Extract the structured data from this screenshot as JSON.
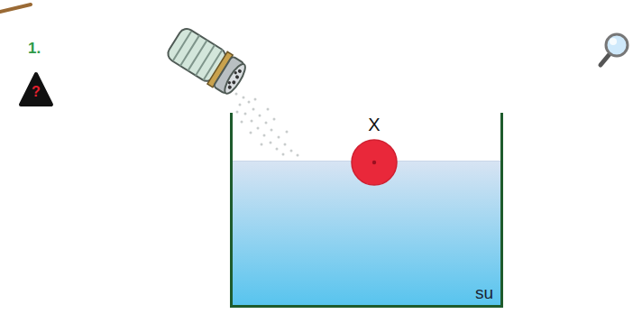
{
  "diagram": {
    "nodes": [
      {
        "text": [
          "su"
        ]
      },
      {
        "text": [
          "X"
        ],
        "in": 0
      }
    ],
    "labels": [
      "1.",
      "?"
    ]
  }
}
